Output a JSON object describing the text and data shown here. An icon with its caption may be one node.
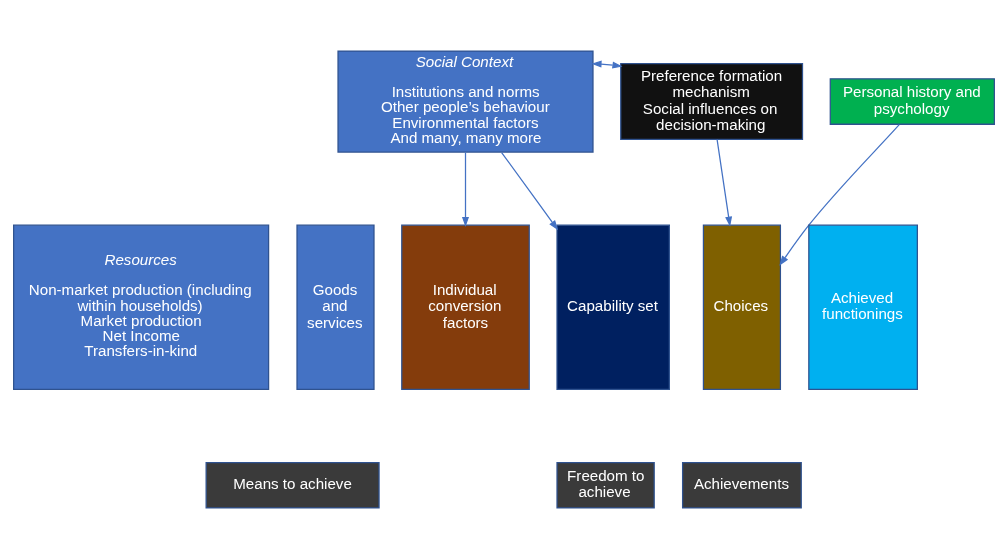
{
  "diagram": {
    "nodes": [
      {
        "text": [
          "Social Context",
          "Institutions and norms",
          "Other people’s behaviour",
          "Environmental factors",
          "And many, many more"
        ]
      },
      {
        "text": [
          "Preference formation mechanism",
          "Social influences on decision-making"
        ]
      },
      {
        "text": [
          "Personal history and psychology"
        ]
      },
      {
        "text": [
          "Resources",
          "Non-market production (including within households)",
          "Market production",
          "Net Income",
          "Transfers-in-kind"
        ]
      },
      {
        "text": [
          "Goods and services"
        ]
      },
      {
        "text": [
          "Individual conversion factors"
        ]
      },
      {
        "text": [
          "Capability set"
        ]
      },
      {
        "text": [
          "Choices"
        ]
      },
      {
        "text": [
          "Achieved functionings"
        ]
      },
      {
        "text": [
          "Means to achieve"
        ]
      },
      {
        "text": [
          "Freedom to achieve"
        ]
      },
      {
        "text": [
          "Achievements"
        ]
      }
    ],
    "edges": [
      {
        "from": 0,
        "to": 1,
        "arrow": "both"
      },
      {
        "from": 0,
        "to": 5,
        "arrow": "to"
      },
      {
        "from": 0,
        "to": 6,
        "arrow": "to"
      },
      {
        "from": 1,
        "to": 7,
        "arrow": "to"
      },
      {
        "from": 2,
        "to": 7,
        "arrow": "to"
      }
    ]
  }
}
